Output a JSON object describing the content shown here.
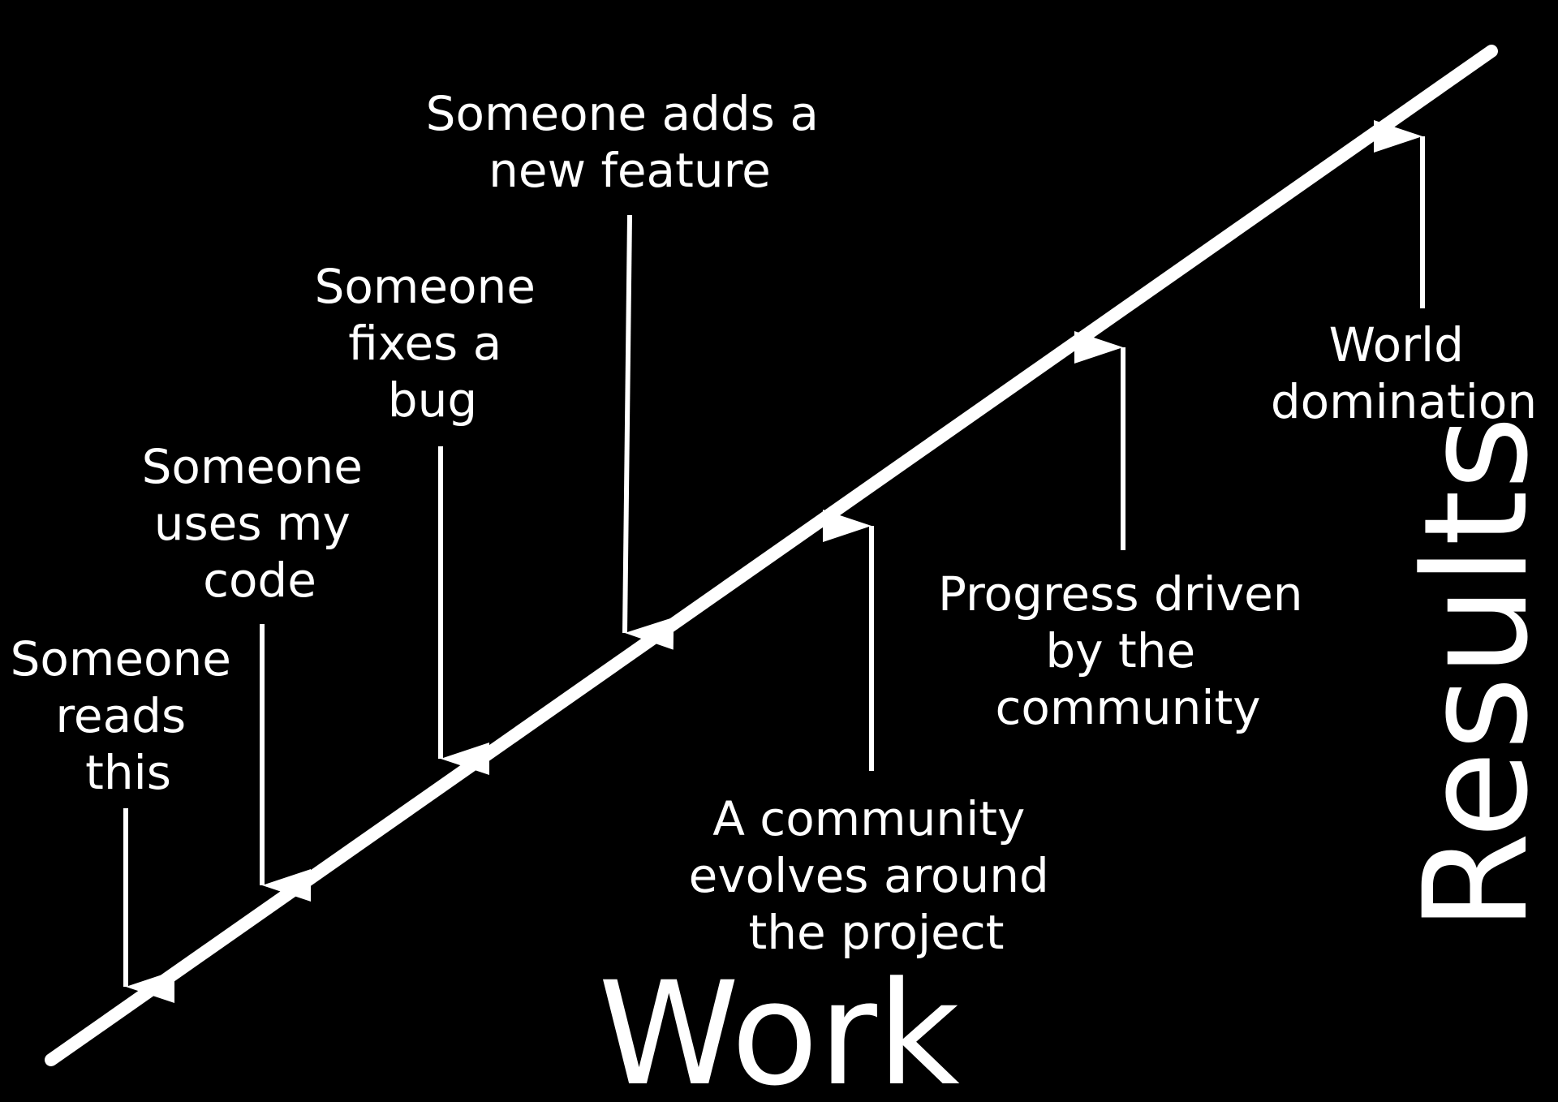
{
  "colors": {
    "background": "#000000",
    "foreground": "#ffffff"
  },
  "axes": {
    "x_label": "Work",
    "y_label": "Results"
  },
  "annotations": {
    "reads": [
      "Someone",
      "reads",
      "this"
    ],
    "uses": [
      "Someone",
      "uses my",
      "code"
    ],
    "fixes": [
      "Someone",
      "fixes a",
      "bug"
    ],
    "feature": [
      "Someone adds a",
      "new feature"
    ],
    "community": [
      "A community",
      "evolves around",
      "the project"
    ],
    "progress": [
      "Progress driven",
      "by the",
      "community"
    ],
    "domination": [
      "World",
      "domination"
    ]
  }
}
